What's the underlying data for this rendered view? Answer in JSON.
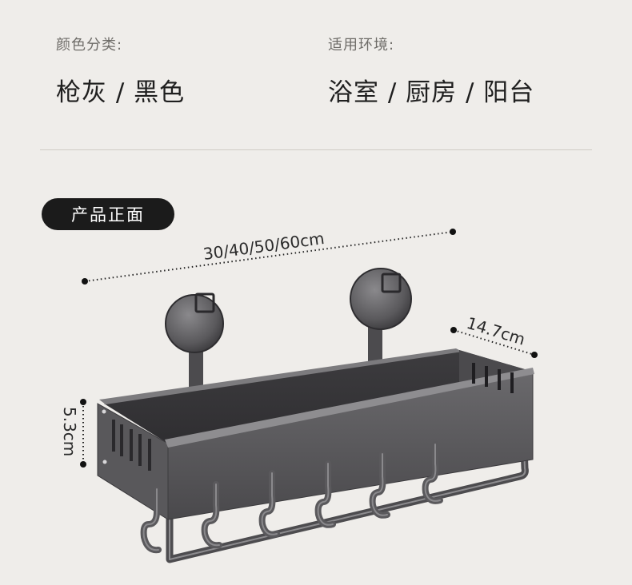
{
  "specs": {
    "color": {
      "label": "颜色分类:",
      "value": "枪灰 / 黑色"
    },
    "use": {
      "label": "适用环境:",
      "value": "浴室 / 厨房 / 阳台"
    }
  },
  "badge": "产品正面",
  "dimensions": {
    "length": "30/40/50/60cm",
    "depth": "14.7cm",
    "height": "5.3cm"
  },
  "colors": {
    "background": "#efedea",
    "badge": "#1b1b1b",
    "metal": "#5b5a5d"
  }
}
